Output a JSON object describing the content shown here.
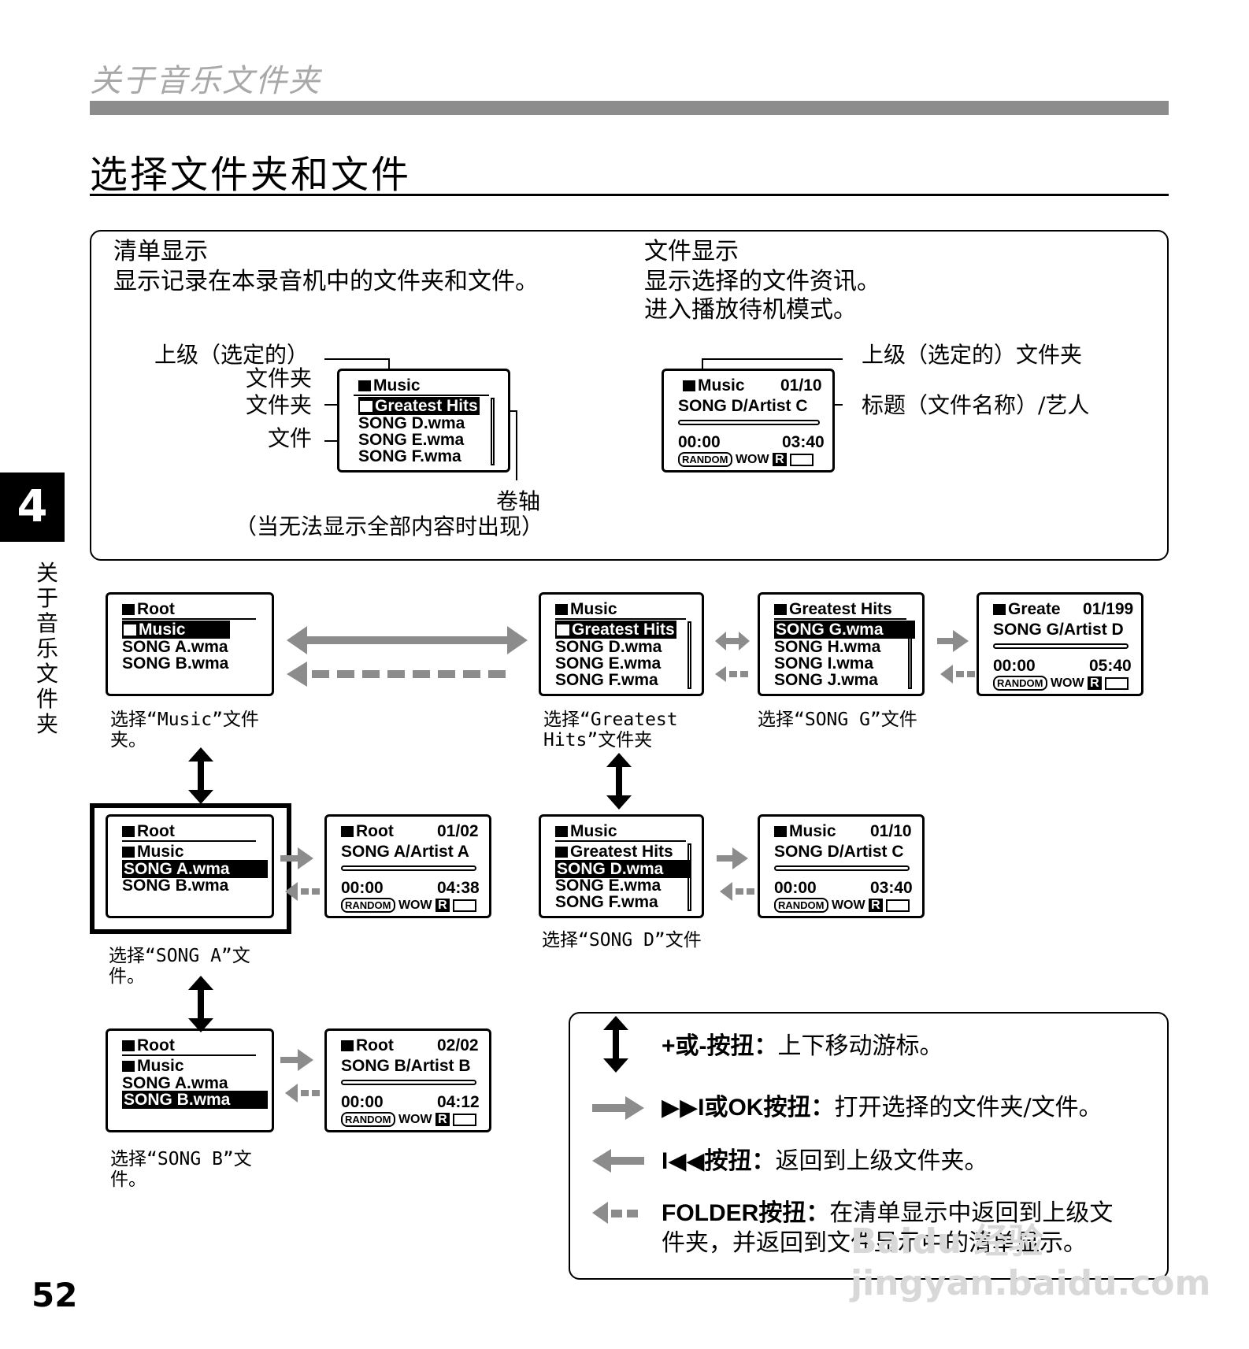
{
  "header": {
    "running_title": "关于音乐文件夹"
  },
  "section_title": "选择文件夹和文件",
  "side_tab": {
    "chapter": "4",
    "label": "关于音乐文件夹"
  },
  "page_number": "52",
  "list_display": {
    "title": "清单显示",
    "desc": "显示记录在本录音机中的文件夹和文件。",
    "label_parent_1": "上级（选定的）",
    "label_parent_2": "文件夹",
    "label_folder": "文件夹",
    "label_file": "文件",
    "label_scroll": "卷轴",
    "label_scroll_note": "（当无法显示全部内容时出现）"
  },
  "file_display": {
    "title": "文件显示",
    "desc_1": "显示选择的文件资讯。",
    "desc_2": "进入播放待机模式。",
    "label_parent": "上级（选定的）文件夹",
    "label_title": "标题（文件名称）/艺人"
  },
  "screens": {
    "ex_list": {
      "header": "Music",
      "items": [
        "Greatest Hits",
        "SONG D.wma",
        "SONG E.wma",
        "SONG F.wma"
      ]
    },
    "ex_file": {
      "header": "Music",
      "index": "01/10",
      "title": "SONG D/Artist C",
      "elapsed": "00:00",
      "total": "03:40"
    },
    "root_music": {
      "header": "Root",
      "items": [
        "Music",
        "SONG A.wma",
        "SONG B.wma"
      ]
    },
    "music_gh": {
      "header": "Music",
      "items": [
        "Greatest Hits",
        "SONG D.wma",
        "SONG E.wma",
        "SONG F.wma"
      ]
    },
    "gh_list": {
      "header": "Greatest Hits",
      "items": [
        "SONG G.wma",
        "SONG H.wma",
        "SONG I.wma",
        "SONG J.wma"
      ]
    },
    "gh_file": {
      "header": "Greate",
      "index": "01/199",
      "title": "SONG G/Artist D",
      "elapsed": "00:00",
      "total": "05:40"
    },
    "root_songa": {
      "header": "Root",
      "items": [
        "Music",
        "SONG A.wma",
        "SONG B.wma"
      ]
    },
    "songa_file": {
      "header": "Root",
      "index": "01/02",
      "title": "SONG A/Artist A",
      "elapsed": "00:00",
      "total": "04:38"
    },
    "music_songd": {
      "header": "Music",
      "items": [
        "Greatest Hits",
        "SONG D.wma",
        "SONG E.wma",
        "SONG F.wma"
      ]
    },
    "songd_file": {
      "header": "Music",
      "index": "01/10",
      "title": "SONG D/Artist C",
      "elapsed": "00:00",
      "total": "03:40"
    },
    "root_songb": {
      "header": "Root",
      "items": [
        "Music",
        "SONG A.wma",
        "SONG B.wma"
      ]
    },
    "songb_file": {
      "header": "Root",
      "index": "02/02",
      "title": "SONG B/Artist B",
      "elapsed": "00:00",
      "total": "04:12"
    }
  },
  "lcd_flags": {
    "random": "RANDOM",
    "wow": "WOW",
    "r": "R"
  },
  "captions": {
    "music_1": "选择“Music”文件",
    "music_2": "夹。",
    "gh_1": "选择“Greatest",
    "gh_2": "Hits”文件夹",
    "songg": "选择“SONG G”文件",
    "songa_1": "选择“SONG A”文",
    "songa_2": "件。",
    "songd": "选择“SONG D”文件",
    "songb_1": "选择“SONG B”文",
    "songb_2": "件。"
  },
  "legend": {
    "updown_key": "+或-按扭：",
    "updown_text": "上下移动游标。",
    "fwd_key": "▶▶I或OK按扭：",
    "fwd_text": "打开选择的文件夹/文件。",
    "back_key": "I◀◀按扭：",
    "back_text": "返回到上级文件夹。",
    "folder_key": "FOLDER按扭：",
    "folder_text_1": "在清单显示中返回到上级文",
    "folder_text_2": "件夹，并返回到文件显示中的清单显示。"
  },
  "watermark": "Baidu 经验 jingyan.baidu.com"
}
